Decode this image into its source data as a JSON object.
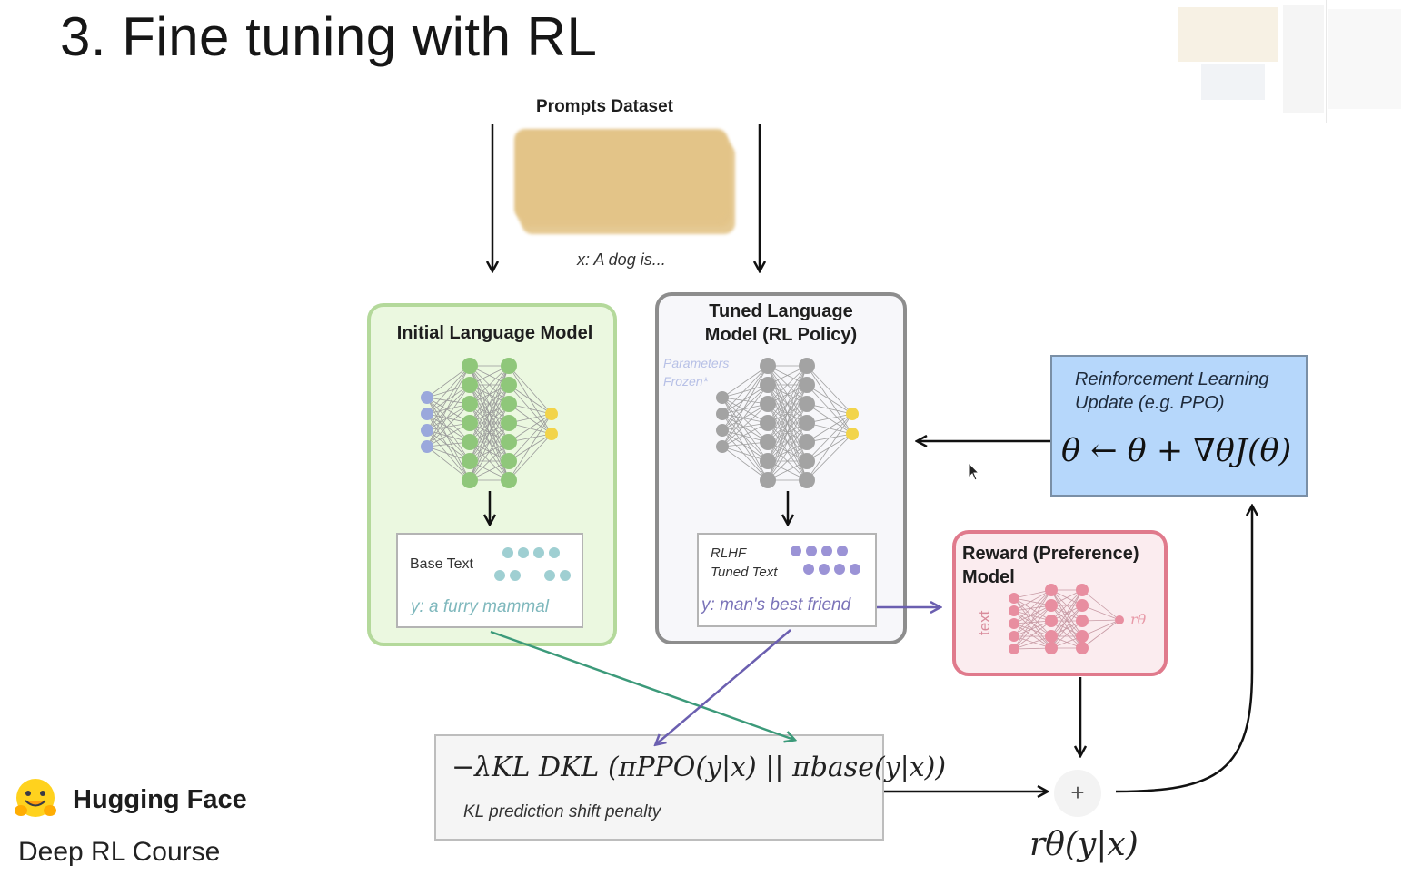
{
  "slide": {
    "title": "3. Fine tuning with RL"
  },
  "prompts": {
    "title": "Prompts Dataset",
    "example": "x: A dog is..."
  },
  "initial_model": {
    "title": "Initial Language Model",
    "text_label": "Base Text",
    "output": "y: a furry mammal",
    "color": "#b4d99b"
  },
  "tuned_model": {
    "title_line1": "Tuned Language",
    "title_line2": "Model (RL Policy)",
    "frozen_line1": "Parameters",
    "frozen_line2": "Frozen*",
    "rlhf_line1": "RLHF",
    "rlhf_line2": "Tuned Text",
    "output": "y: man's best friend",
    "color": "#8d8d8d"
  },
  "reward_model": {
    "title_line1": "Reward (Preference)",
    "title_line2": "Model",
    "input_label": "text",
    "output_label": "rθ",
    "color": "#e07a8c"
  },
  "rl_update": {
    "title_line1": "Reinforcement Learning",
    "title_line2": "Update (e.g. PPO)",
    "formula": "θ ← θ + ∇θJ(θ)",
    "color": "#b6d7fb"
  },
  "kl_penalty": {
    "formula": "−λKL DKL (πPPO(y|x) || πbase(y|x))",
    "caption": "KL prediction shift penalty"
  },
  "combine": {
    "plus": "+",
    "reward_formula": "rθ(y|x)"
  },
  "brand": {
    "name": "Hugging Face",
    "course": "Deep RL Course",
    "logo_icon": "hugging-face-emoji-icon"
  }
}
